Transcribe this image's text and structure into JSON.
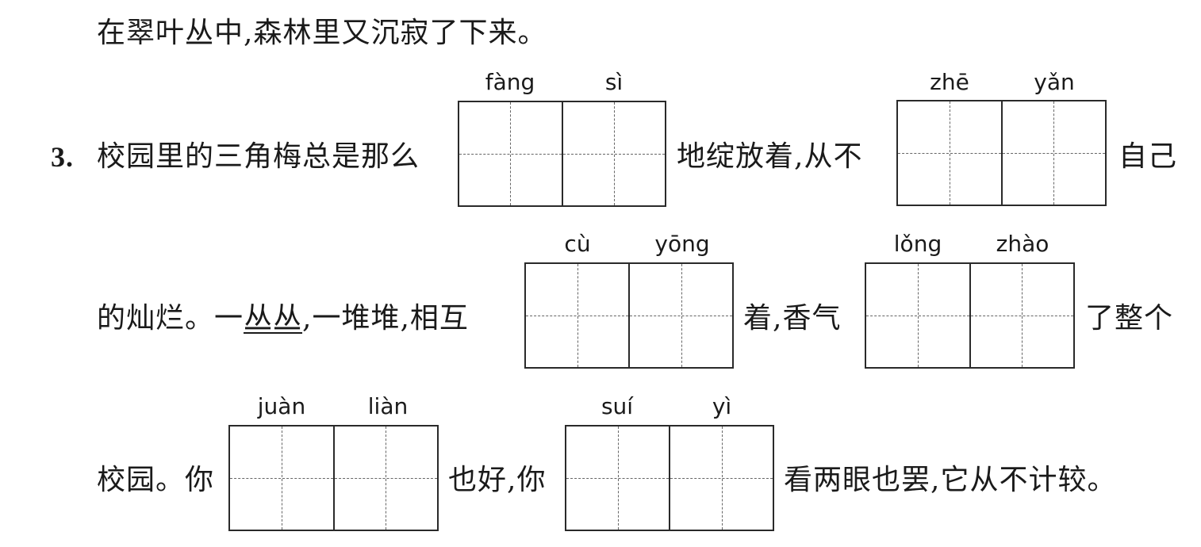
{
  "line0": {
    "text": "在翠叶丛中,森林里又沉寂了下来。"
  },
  "q3": {
    "number": "3.",
    "row1": {
      "seg1": "校园里的三角梅总是那么",
      "seg2": "地绽放着,从不",
      "seg3": "自己",
      "box1": {
        "pinyin": [
          "fàng",
          "sì"
        ]
      },
      "box2": {
        "pinyin": [
          "zhē",
          "yǎn"
        ]
      }
    },
    "row2": {
      "seg1a": "的灿烂。一",
      "seg1b": "丛丛",
      "seg1c": ",一堆堆,相互",
      "seg2": "着,香气",
      "seg3": "了整个",
      "box1": {
        "pinyin": [
          "cù",
          "yōng"
        ]
      },
      "box2": {
        "pinyin": [
          "lǒng",
          "zhào"
        ]
      }
    },
    "row3": {
      "seg1": "校园。你",
      "seg2": "也好,你",
      "seg3": "看两眼也罢,它从不计较。",
      "box1": {
        "pinyin": [
          "juàn",
          "liàn"
        ]
      },
      "box2": {
        "pinyin": [
          "suí",
          "yì"
        ]
      }
    }
  }
}
